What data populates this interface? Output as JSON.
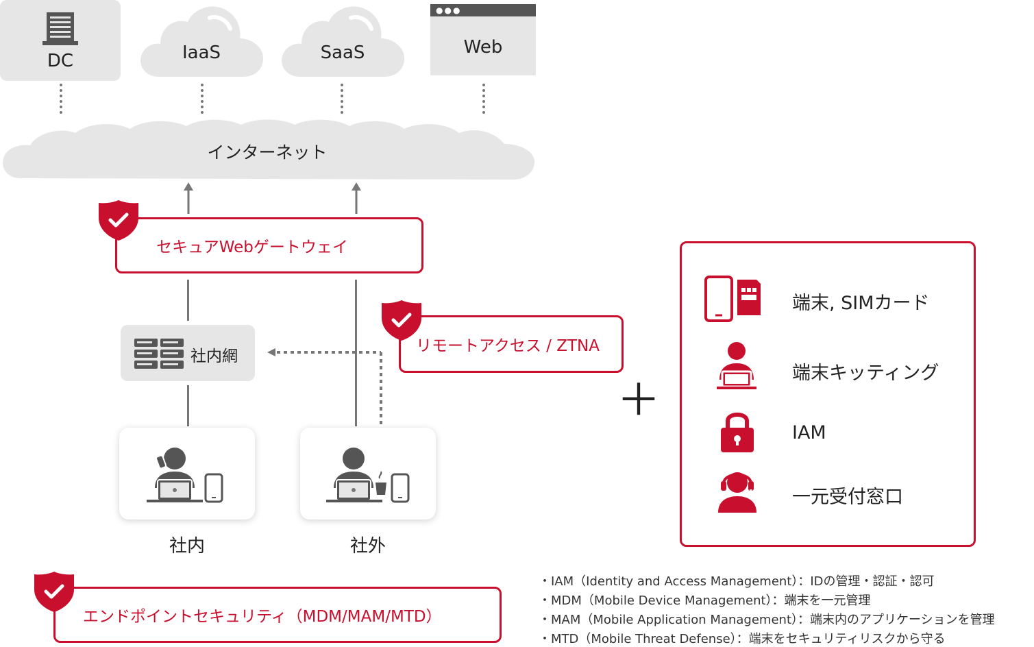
{
  "services": {
    "dc": "DC",
    "iaas": "IaaS",
    "saas": "SaaS",
    "web": "Web"
  },
  "internet": "インターネット",
  "swg": "セキュアWebゲートウェイ",
  "intranet": "社内網",
  "remote": "リモートアクセス / ZTNA",
  "inside": "社内",
  "outside": "社外",
  "endpoint": "エンドポイントセキュリティ（MDM/MAM/MTD）",
  "plus": "＋",
  "right_panel": {
    "items": [
      {
        "label": "端末, SIMカード",
        "icon": "phone-sim-icon"
      },
      {
        "label": "端末キッティング",
        "icon": "person-laptop-icon"
      },
      {
        "label": "IAM",
        "icon": "lock-icon"
      },
      {
        "label": "一元受付窓口",
        "icon": "headset-operator-icon"
      }
    ]
  },
  "notes": [
    "・IAM（Identity and Access Management）：IDの管理・認証・認可",
    "・MDM（Mobile Device Management）：端末を一元管理",
    "・MAM（Mobile Application Management）：端末内のアプリケーションを管理",
    "・MTD（Mobile Threat Defense）：端末をセキュリティリスクから守る"
  ],
  "colors": {
    "accent": "#c8102e",
    "gray": "#e6e6e6",
    "line": "#777777"
  }
}
